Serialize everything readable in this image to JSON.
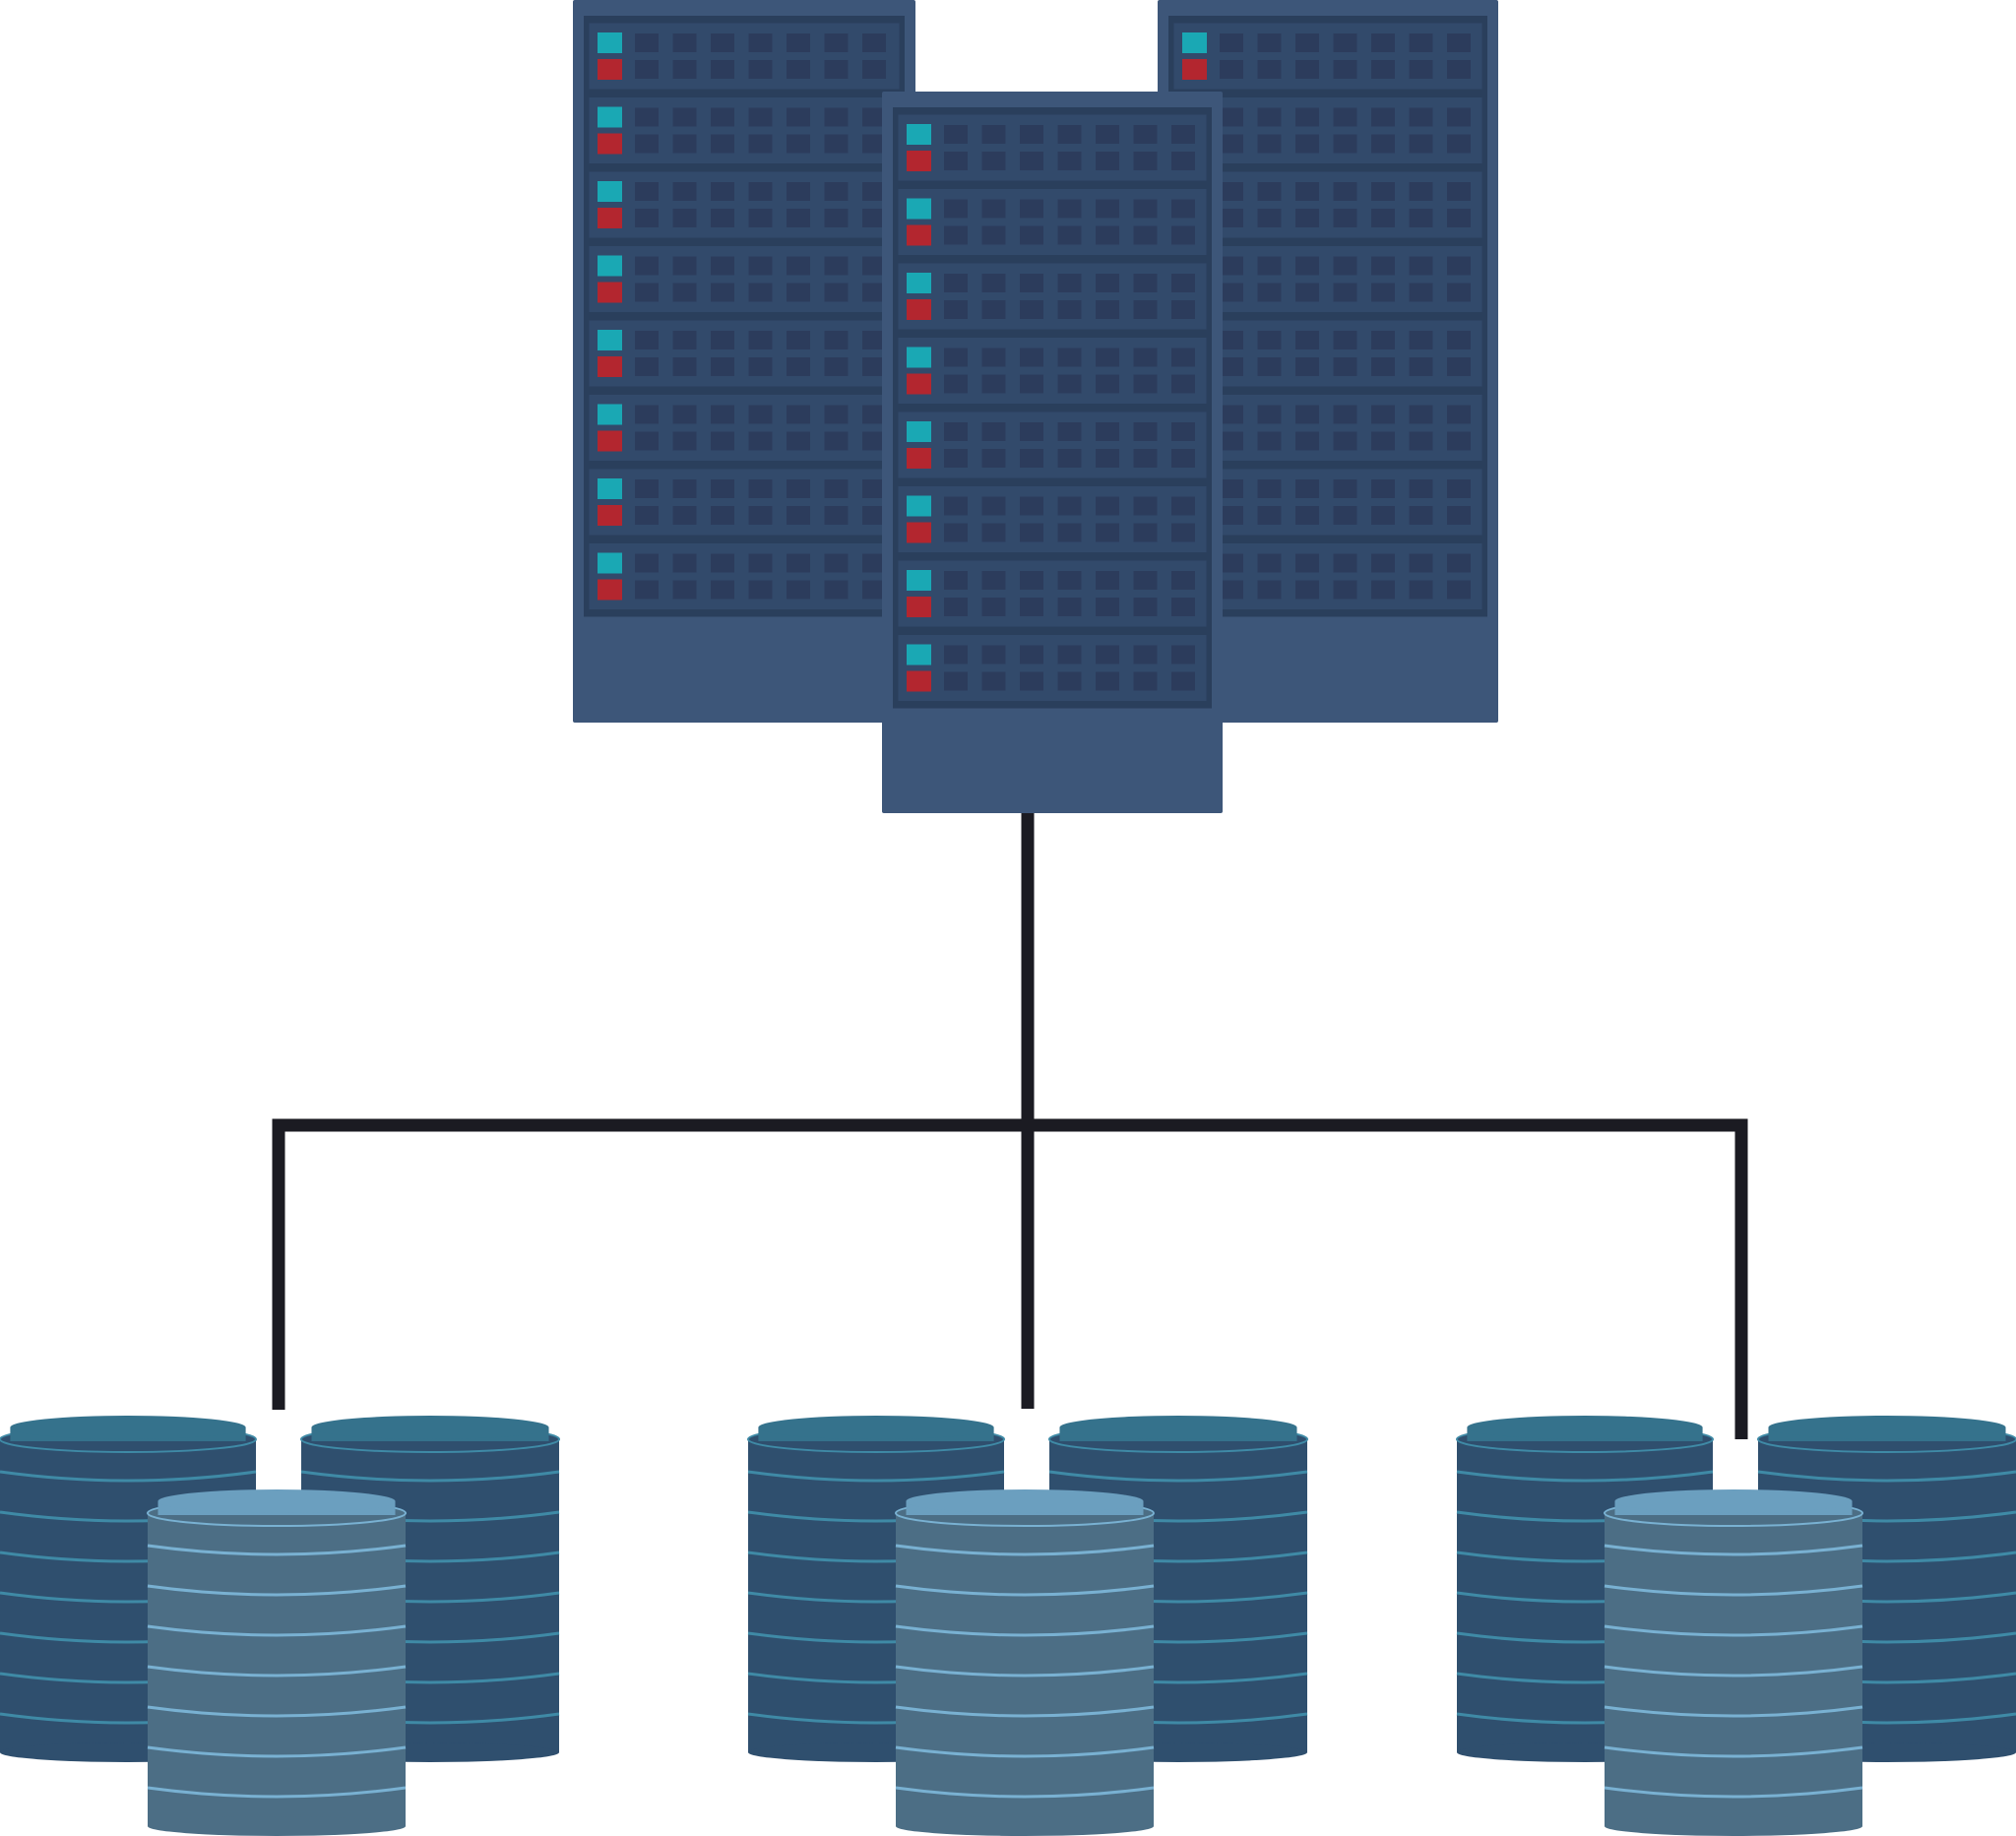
{
  "colors": {
    "background": "#ffffff",
    "rack_body": "#3d5679",
    "rack_panel": "#324a6b",
    "rack_border": "#2a3f5c",
    "rack_slot": "#2c3c5c",
    "led_on": "#1aa8b4",
    "led_alert": "#b3262f",
    "connector": "#1b1b22",
    "disk_dark_top": "#35728c",
    "disk_dark_side": "#2f4f6e",
    "disk_dark_groove": "#3f8aa6",
    "disk_light_top": "#6b9fbf",
    "disk_light_side": "#4c6e85",
    "disk_light_groove": "#79b1d2"
  },
  "icons": {
    "server_cluster": "server-rack-icon",
    "database": "database-cylinder-icon"
  },
  "diagram": {
    "server_racks": [
      {
        "id": "rack-left",
        "units": 8
      },
      {
        "id": "rack-right",
        "units": 8
      },
      {
        "id": "rack-center",
        "units": 8
      }
    ],
    "storage_groups": [
      {
        "id": "storage-left",
        "disks": 3
      },
      {
        "id": "storage-center",
        "disks": 3
      },
      {
        "id": "storage-right",
        "disks": 3
      }
    ]
  }
}
